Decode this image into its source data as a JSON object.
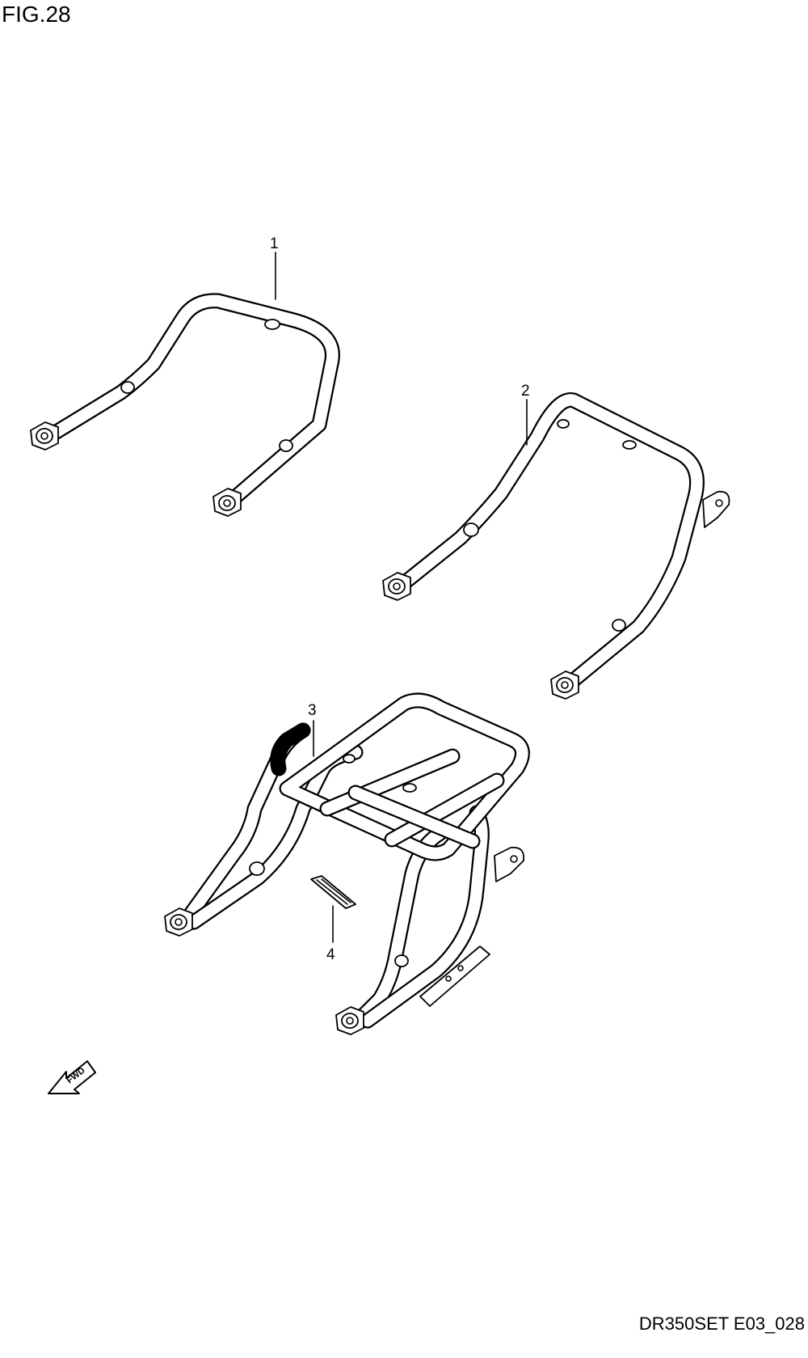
{
  "figure": {
    "title": "FIG.28",
    "drawing_code": "DR350SET E03_028"
  },
  "callouts": [
    "1",
    "2",
    "3",
    "4"
  ],
  "forward_arrow": {
    "label": "FWD",
    "icon": "forward-arrow-icon"
  },
  "parts": [
    {
      "ref": "1",
      "shape": "rear-grab-bar"
    },
    {
      "ref": "2",
      "shape": "rear-grab-bar-with-bracket"
    },
    {
      "ref": "3",
      "shape": "rear-carrier-rack"
    },
    {
      "ref": "4",
      "shape": "label-plate"
    }
  ]
}
